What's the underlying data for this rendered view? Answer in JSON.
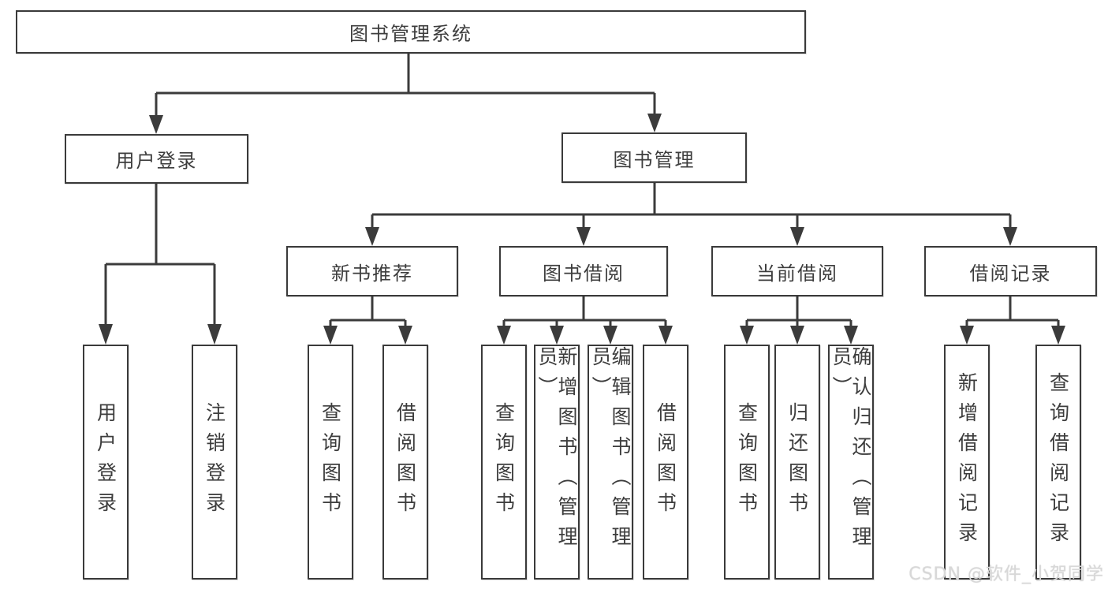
{
  "colors": {
    "line": "#3b3b3b",
    "box_border": "#3a3a3a",
    "text": "#3d3d3d",
    "background": "#ffffff",
    "watermark": "#d8d8d8"
  },
  "diagram": {
    "root": "图书管理系统",
    "level2": [
      {
        "label": "用户登录",
        "leaves": [
          "用户登录",
          "注销登录"
        ]
      },
      {
        "label": "图书管理",
        "sections": [
          {
            "label": "新书推荐",
            "leaves": [
              "查询图书",
              "借阅图书"
            ]
          },
          {
            "label": "图书借阅",
            "leaves": [
              "查询图书",
              "新增图书（管理员）",
              "编辑图书（管理员）",
              "借阅图书"
            ]
          },
          {
            "label": "当前借阅",
            "leaves": [
              "查询图书",
              "归还图书",
              "确认归还（管理员）"
            ]
          },
          {
            "label": "借阅记录",
            "leaves": [
              "新增借阅记录",
              "查询借阅记录"
            ]
          }
        ]
      }
    ]
  },
  "watermark": {
    "text": "CSDN @软件_小贺同学"
  }
}
